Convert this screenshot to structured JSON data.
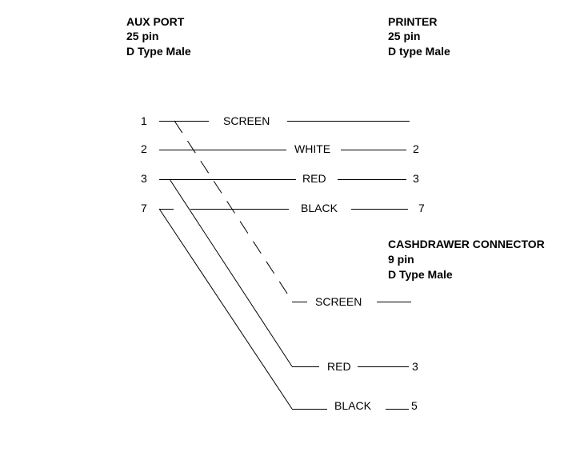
{
  "aux_port": {
    "line1": "AUX PORT",
    "line2": "25 pin",
    "line3": "D Type Male"
  },
  "printer": {
    "line1": "PRINTER",
    "line2": "25 pin",
    "line3": "D type Male"
  },
  "cashdrawer": {
    "line1": "CASHDRAWER CONNECTOR",
    "line2": "9 pin",
    "line3": "D Type Male"
  },
  "aux_pins": [
    "1",
    "2",
    "3",
    "7"
  ],
  "printer_wires": {
    "screen": "SCREEN",
    "white": "WHITE",
    "red": "RED",
    "black": "BLACK"
  },
  "printer_pins": {
    "pin2": "2",
    "pin3": "3",
    "pin7": "7"
  },
  "drawer_wires": {
    "screen": "SCREEN",
    "red": "RED",
    "black": "BLACK"
  },
  "drawer_pins": {
    "pin3": "3",
    "pin5": "5"
  }
}
